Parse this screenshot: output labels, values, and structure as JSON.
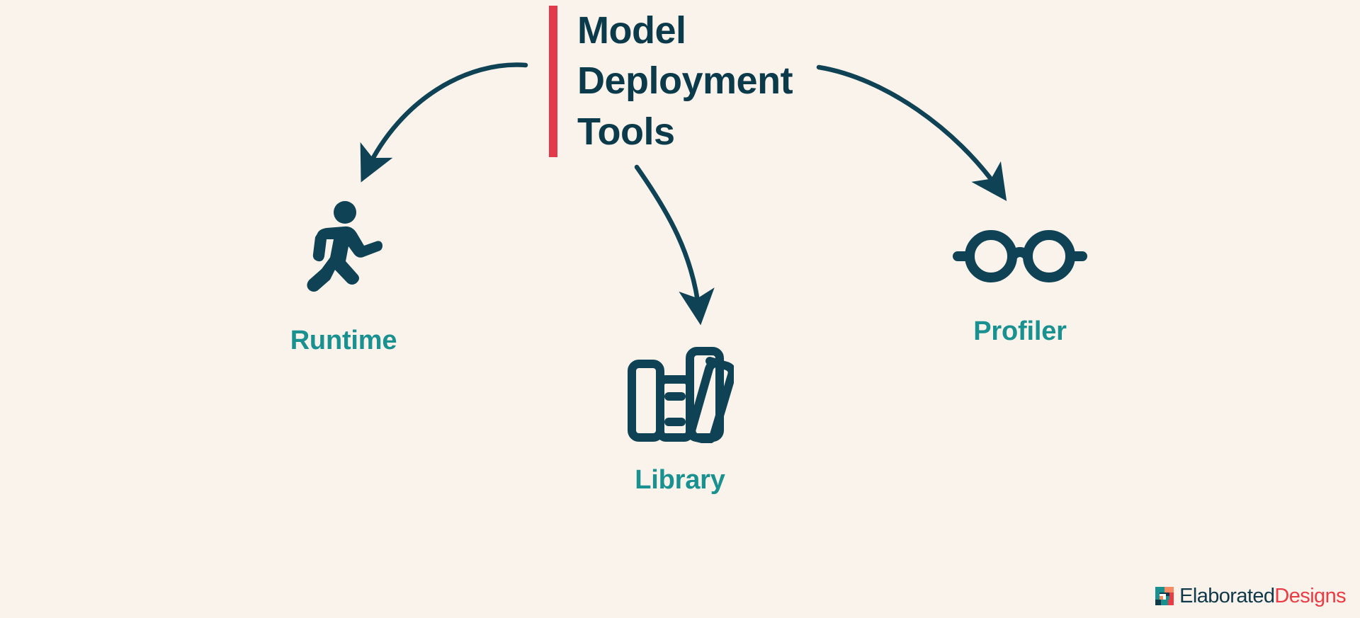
{
  "page": {
    "background_color": "#faf3ec",
    "accent_bar_color": "#e23a4b",
    "title_color": "#0b3a4a",
    "label_color": "#1a9191",
    "arrow_color": "#0e4254"
  },
  "title": {
    "text": "Model\nDeployment\nTools",
    "lines": [
      "Model",
      "Deployment",
      "Tools"
    ]
  },
  "diagram": {
    "type": "radial-node-diagram",
    "center_label": "Model Deployment Tools",
    "nodes": [
      {
        "id": "runtime",
        "label": "Runtime",
        "icon": "running-person-icon"
      },
      {
        "id": "library",
        "label": "Library",
        "icon": "books-icon"
      },
      {
        "id": "profiler",
        "label": "Profiler",
        "icon": "glasses-icon"
      }
    ],
    "connectors": [
      {
        "from": "title",
        "to": "runtime",
        "style": "curved-arrow",
        "direction": "down-left"
      },
      {
        "from": "title",
        "to": "library",
        "style": "curved-arrow",
        "direction": "down"
      },
      {
        "from": "title",
        "to": "profiler",
        "style": "curved-arrow",
        "direction": "down-right"
      }
    ]
  },
  "watermark": {
    "brand_part_1": "Elaborated",
    "brand_part_2": "Designs",
    "logo_icon": "mosaic-logo-icon"
  }
}
